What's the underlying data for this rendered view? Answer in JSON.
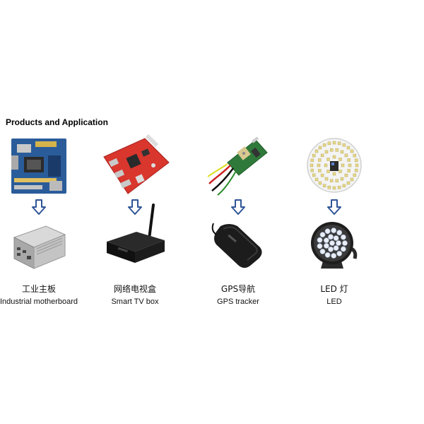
{
  "section": {
    "title": "Products and Application"
  },
  "products": [
    {
      "name_cn": "工业主板",
      "name_en": "Industrial motherboard",
      "board_icon": "mini-itx-board-icon",
      "device_icon": "industrial-pc-box-icon"
    },
    {
      "name_cn": "网络电视盒",
      "name_en": "Smart TV box",
      "board_icon": "red-pcb-board-icon",
      "device_icon": "tv-box-icon"
    },
    {
      "name_cn": "GPS导航",
      "name_en": "GPS tracker",
      "board_icon": "gps-module-icon",
      "device_icon": "gps-tracker-device-icon"
    },
    {
      "name_cn": "LED  灯",
      "name_en": "LED",
      "board_icon": "led-round-board-icon",
      "device_icon": "led-floodlight-icon"
    }
  ],
  "colors": {
    "arrow": "#2f5597",
    "board_blue": "#2a5c9a",
    "board_red": "#d9362e",
    "device_dark": "#1c1c1c"
  }
}
